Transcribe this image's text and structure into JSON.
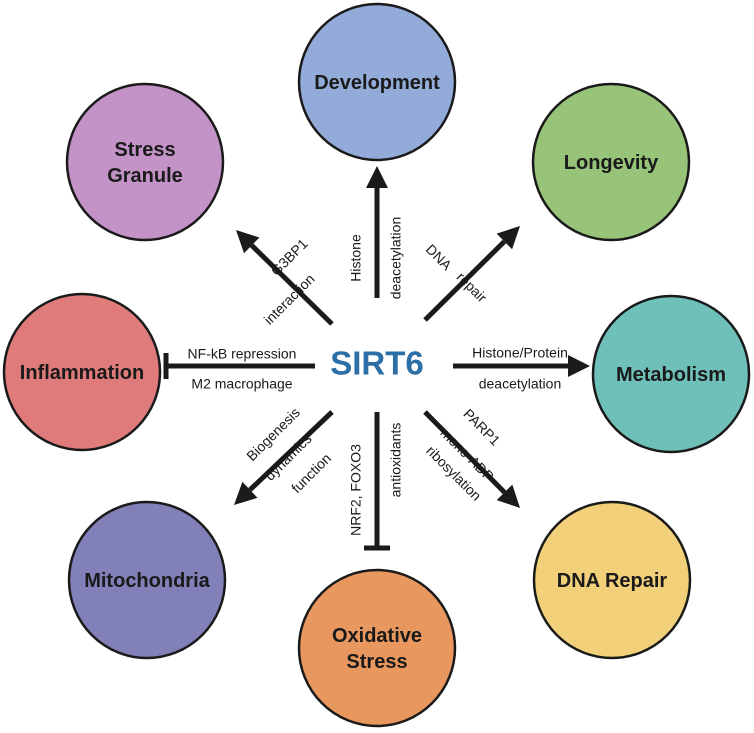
{
  "center": {
    "label": "SIRT6",
    "color": "#2c6fa6"
  },
  "nodes": [
    {
      "id": "development",
      "lines": [
        "Development"
      ],
      "color": "#93abd8"
    },
    {
      "id": "longevity",
      "lines": [
        "Longevity"
      ],
      "color": "#97c479"
    },
    {
      "id": "metabolism",
      "lines": [
        "Metabolism"
      ],
      "color": "#6fc0b9"
    },
    {
      "id": "dna-repair",
      "lines": [
        "DNA Repair"
      ],
      "color": "#f2d079"
    },
    {
      "id": "oxidative-stress",
      "lines": [
        "Oxidative",
        "Stress"
      ],
      "color": "#e8975f"
    },
    {
      "id": "mitochondria",
      "lines": [
        "Mitochondria"
      ],
      "color": "#8280b8"
    },
    {
      "id": "inflammation",
      "lines": [
        "Inflammation"
      ],
      "color": "#e07b7b"
    },
    {
      "id": "stress-granule",
      "lines": [
        "Stress",
        "Granule"
      ],
      "color": "#c393c7"
    }
  ],
  "edges": [
    {
      "target": "development",
      "type": "arrow",
      "labels": [
        "Histone",
        "deacetylation"
      ]
    },
    {
      "target": "longevity",
      "type": "arrow",
      "labels": [
        "DNA",
        "repair"
      ]
    },
    {
      "target": "metabolism",
      "type": "arrow",
      "labels": [
        "Histone/Protein",
        "deacetylation"
      ]
    },
    {
      "target": "dna-repair",
      "type": "arrow",
      "labels": [
        "PARP1",
        "mono-ADP-",
        "ribosylation"
      ]
    },
    {
      "target": "oxidative-stress",
      "type": "inhibit",
      "labels": [
        "NRF2, FOXO3",
        "antioxidants"
      ]
    },
    {
      "target": "mitochondria",
      "type": "arrow",
      "labels": [
        "Biogenesis",
        "dynamics",
        "function"
      ]
    },
    {
      "target": "inflammation",
      "type": "inhibit",
      "labels": [
        "NF-kB repression",
        "M2 macrophage"
      ]
    },
    {
      "target": "stress-granule",
      "type": "arrow",
      "labels": [
        "G3BP1",
        "interaction"
      ]
    }
  ]
}
